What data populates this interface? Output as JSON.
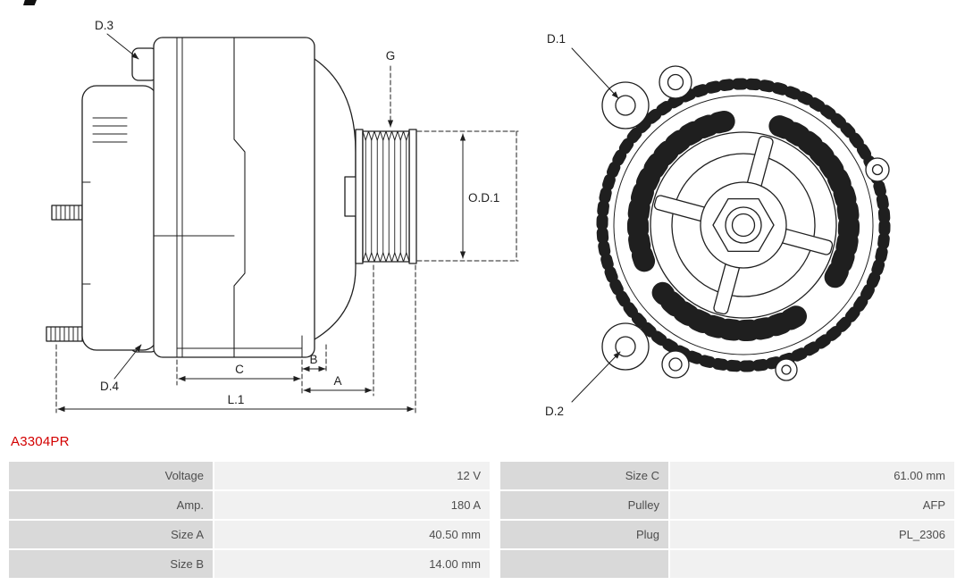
{
  "page": {
    "background": "#ffffff",
    "line_color": "#1f1f1f"
  },
  "part_number": {
    "text": "A3304PR",
    "color": "#d30000"
  },
  "diagram": {
    "description": "alternator technical drawing, side view and front view",
    "side_view": {
      "labels": {
        "d3": "D.3",
        "d4": "D.4",
        "g": "G",
        "od1": "O.D.1",
        "b": "B",
        "c": "C",
        "a": "A",
        "l1": "L.1"
      }
    },
    "front_view": {
      "labels": {
        "d1": "D.1",
        "d2": "D.2"
      }
    }
  },
  "spec_table": {
    "label_bg": "#d9d9d9",
    "value_bg": "#f1f1f1",
    "text_color": "#4d4d4d",
    "rows": [
      {
        "left_label": "Voltage",
        "left_value": "12 V",
        "right_label": "Size C",
        "right_value": "61.00 mm"
      },
      {
        "left_label": "Amp.",
        "left_value": "180 A",
        "right_label": "Pulley",
        "right_value": "AFP"
      },
      {
        "left_label": "Size A",
        "left_value": "40.50 mm",
        "right_label": "Plug",
        "right_value": "PL_2306"
      },
      {
        "left_label": "Size B",
        "left_value": "14.00 mm",
        "right_label": "",
        "right_value": ""
      }
    ]
  }
}
